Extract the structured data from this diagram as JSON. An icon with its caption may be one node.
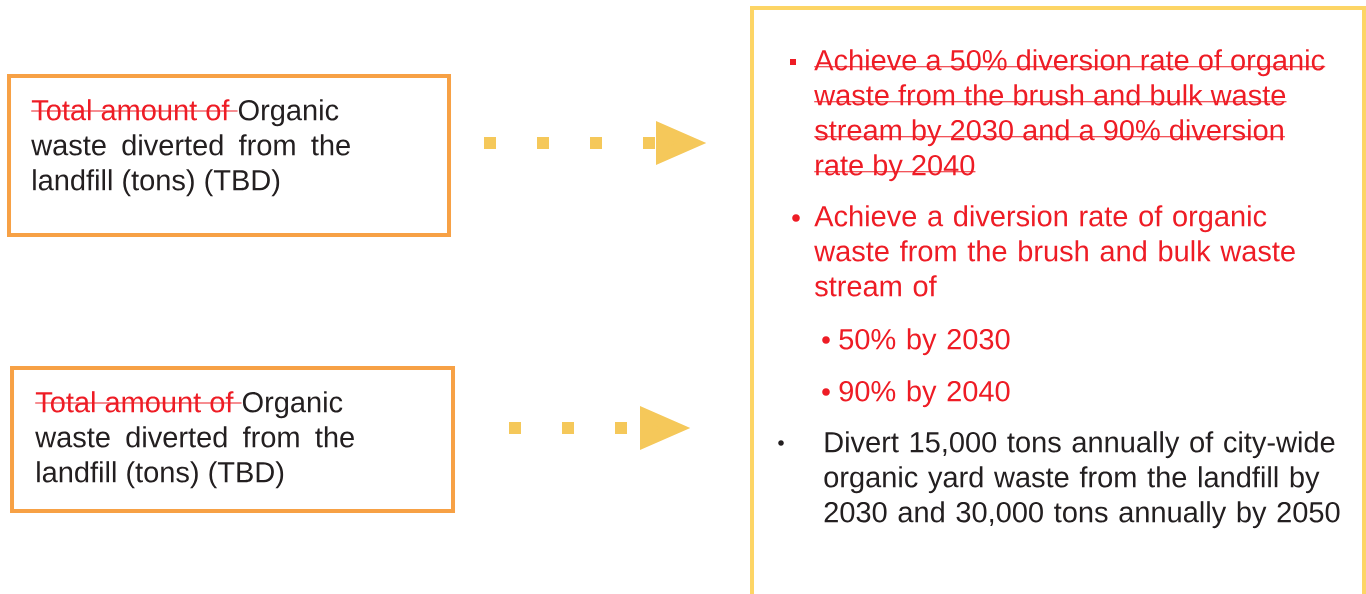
{
  "diagram": {
    "nodes": [
      {
        "text": [
          "Total amount of",
          "Organic waste diverted from the landfill (tons) (TBD)"
        ]
      },
      {
        "text": [
          "Total amount of",
          "Organic waste diverted from the landfill (tons) (TBD)"
        ]
      },
      {
        "text": [
          "Achieve a 50% diversion rate of organic waste from the brush and bulk waste stream by 2030 and a 90% diversion rate by 2040",
          "Achieve a diversion rate of organic waste from the brush and bulk waste stream of",
          "50% by 2030",
          "90% by 2040",
          "Divert 15,000 tons annually of city-wide organic yard waste from the landfill by 2030 and 30,000 tons annually by 2050"
        ]
      }
    ],
    "edges": [
      {
        "from": 0,
        "to": 2,
        "arrow": "to",
        "style": "dashed"
      },
      {
        "from": 1,
        "to": 2,
        "arrow": "to",
        "style": "dashed"
      }
    ]
  }
}
